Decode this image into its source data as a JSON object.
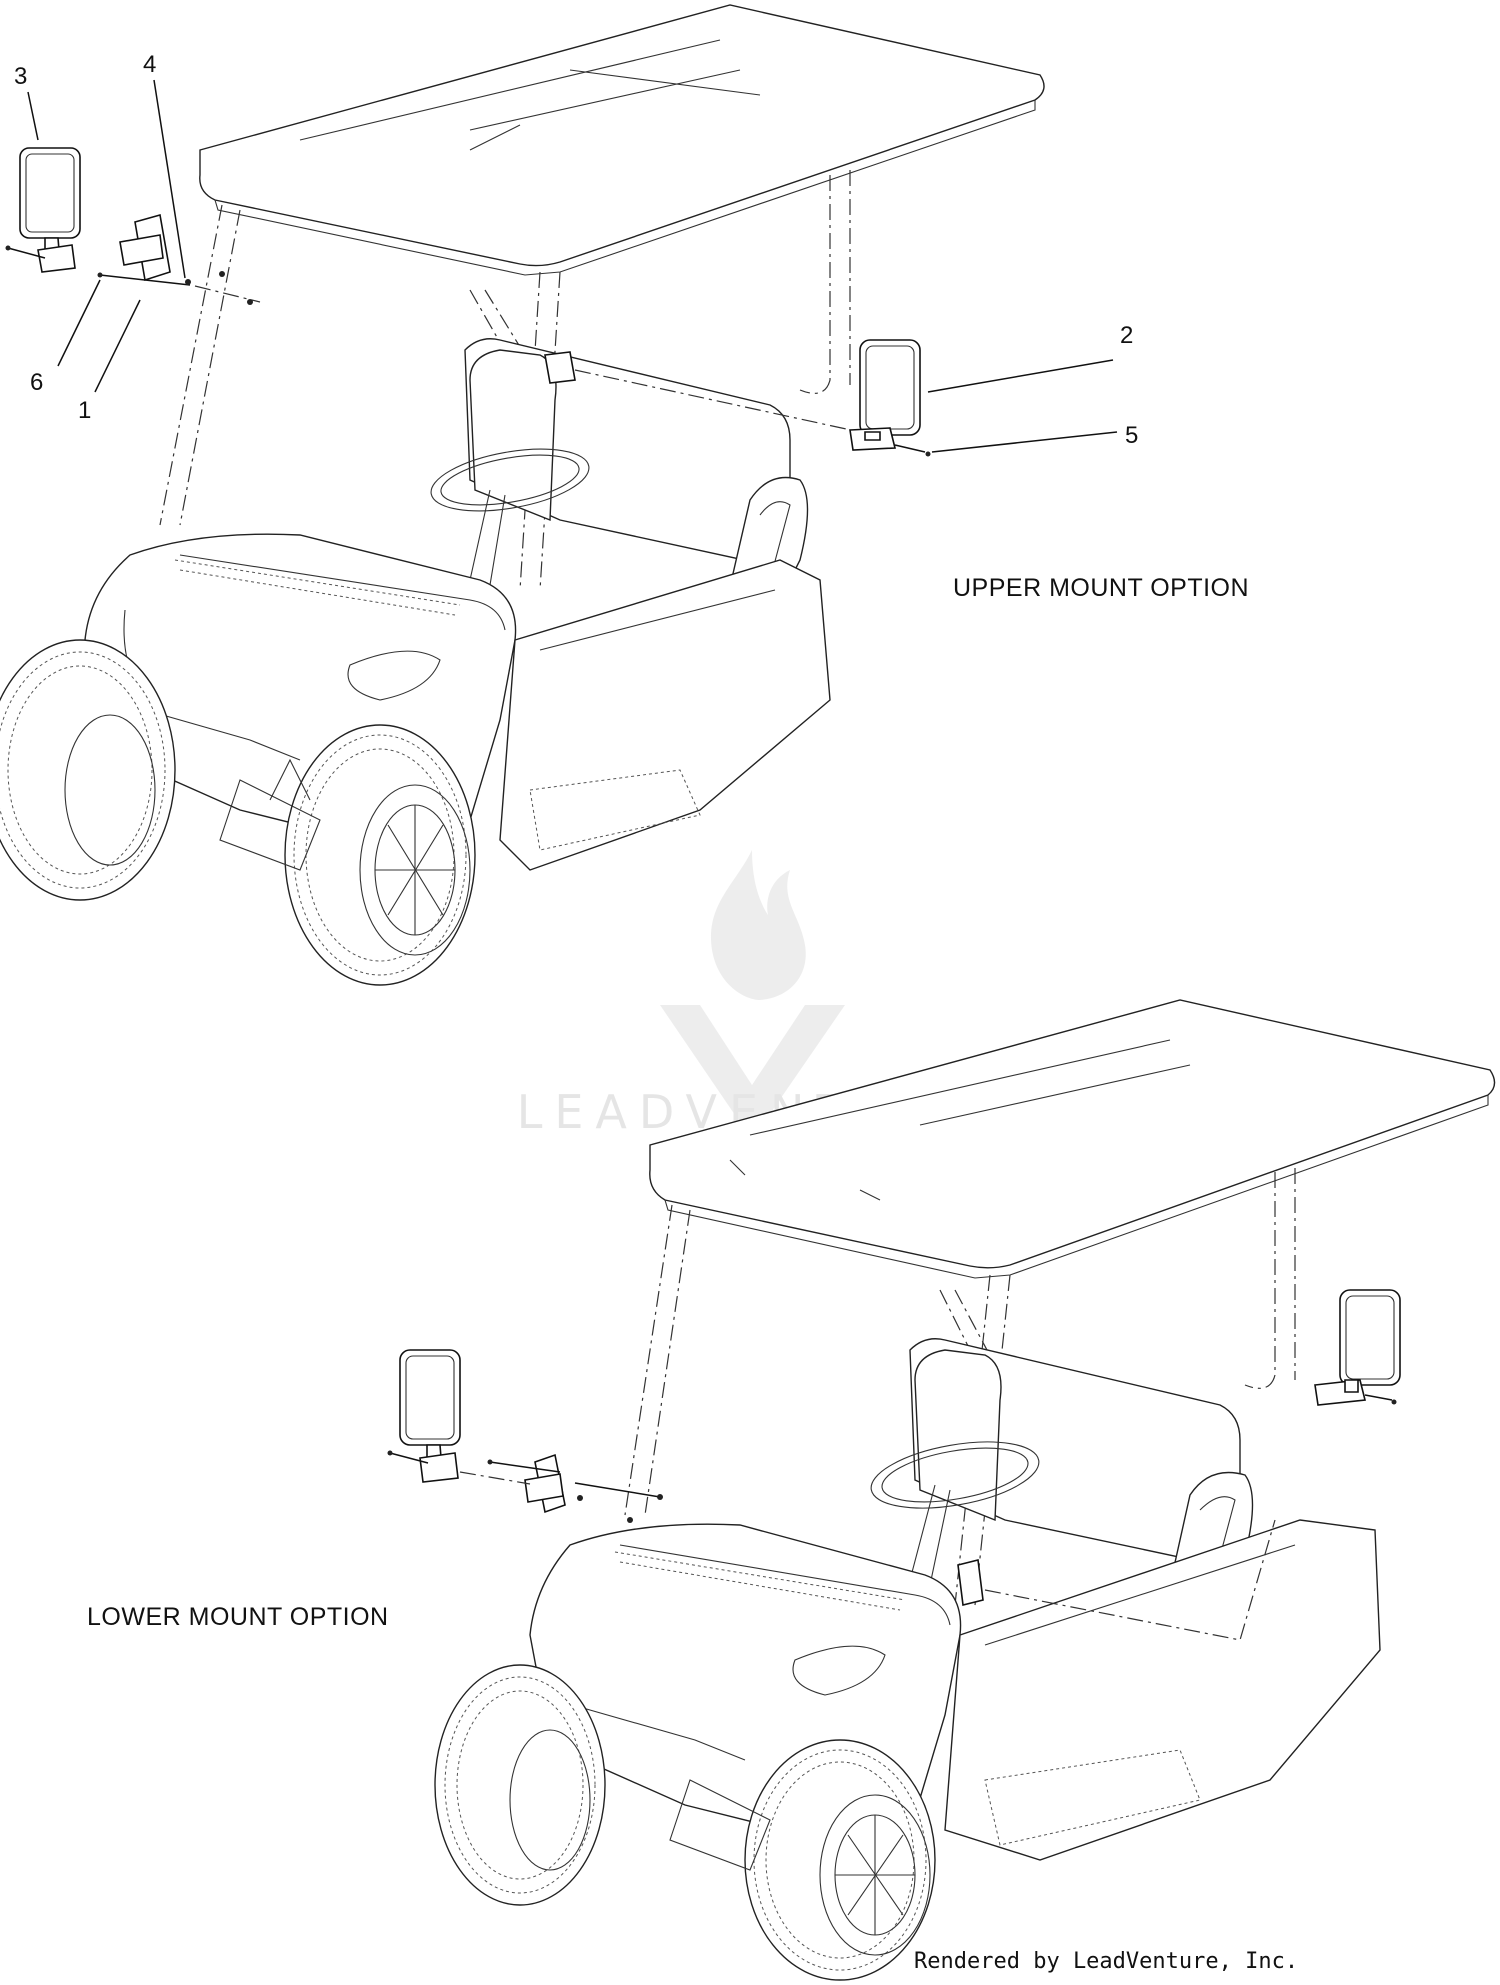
{
  "diagram": {
    "callouts": [
      "3",
      "4",
      "6",
      "1",
      "2",
      "5"
    ],
    "upper_caption": "UPPER MOUNT OPTION",
    "lower_caption": "LOWER MOUNT OPTION",
    "watermark": "LEADVENTURE",
    "credit": "Rendered by LeadVenture, Inc."
  }
}
